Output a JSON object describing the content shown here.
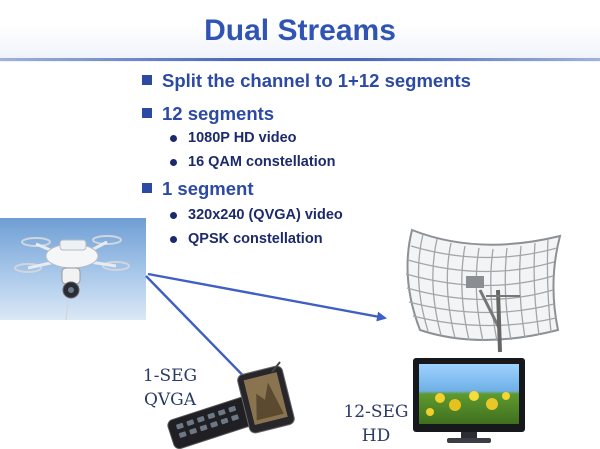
{
  "slide": {
    "title": "Dual Streams",
    "bullets": [
      {
        "text": "Split the channel to 1+12 segments"
      },
      {
        "text": "12 segments",
        "sub": [
          "1080P HD video",
          "16 QAM constellation"
        ]
      },
      {
        "text": "1 segment",
        "sub": [
          "320x240 (QVGA) video",
          "QPSK constellation"
        ]
      }
    ],
    "captions": {
      "phone": [
        "1-SEG",
        "QVGA"
      ],
      "tv": [
        "12-SEG",
        "HD"
      ]
    }
  },
  "colors": {
    "title": "#2f54b3",
    "bullet_main": "#2c4aa3",
    "bullet_sub": "#1c2a6b",
    "arrow": "#3f5fc4"
  },
  "icons": {
    "drone": "drone-camera-icon",
    "antenna": "grid-antenna-icon",
    "phone": "flip-phone-icon",
    "tv": "flat-tv-icon"
  }
}
